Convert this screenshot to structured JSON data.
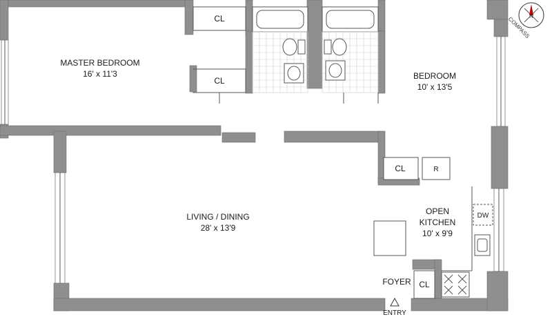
{
  "rooms": {
    "master_bedroom": {
      "name": "MASTER BEDROOM",
      "dims": "16' x 11'3"
    },
    "bedroom": {
      "name": "BEDROOM",
      "dims": "10' x 13'5"
    },
    "living_dining": {
      "name": "LIVING / DINING",
      "dims": "28' x 13'9"
    },
    "kitchen": {
      "name_line1": "OPEN",
      "name_line2": "KITCHEN",
      "dims": "10' x 9'9"
    },
    "foyer": {
      "name": "FOYER"
    }
  },
  "closets": {
    "cl_top": "CL",
    "cl_master": "CL",
    "cl_kitchen": "CL",
    "cl_foyer": "CL"
  },
  "appliances": {
    "refrigerator": "R",
    "dishwasher": "DW"
  },
  "entry": {
    "label": "ENTRY"
  },
  "compass": {
    "label": "COMPASS",
    "north": "N"
  },
  "colors": {
    "wall": "#8f8f8f",
    "tile": "#cfcfcf",
    "background": "#ffffff"
  }
}
